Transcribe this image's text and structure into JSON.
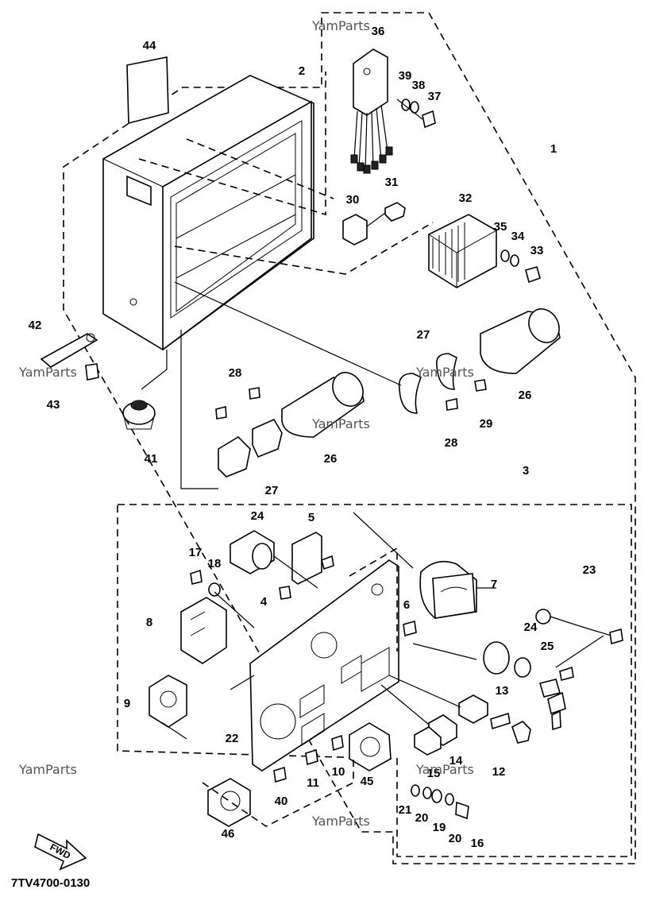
{
  "callouts": [
    {
      "id": "c44",
      "label": "44"
    },
    {
      "id": "c2",
      "label": "2"
    },
    {
      "id": "c36",
      "label": "36"
    },
    {
      "id": "c39",
      "label": "39"
    },
    {
      "id": "c38",
      "label": "38"
    },
    {
      "id": "c37",
      "label": "37"
    },
    {
      "id": "c1",
      "label": "1"
    },
    {
      "id": "c31",
      "label": "31"
    },
    {
      "id": "c30",
      "label": "30"
    },
    {
      "id": "c32",
      "label": "32"
    },
    {
      "id": "c35",
      "label": "35"
    },
    {
      "id": "c34",
      "label": "34"
    },
    {
      "id": "c33",
      "label": "33"
    },
    {
      "id": "c42",
      "label": "42"
    },
    {
      "id": "c43",
      "label": "43"
    },
    {
      "id": "c27a",
      "label": "27"
    },
    {
      "id": "c26a",
      "label": "26"
    },
    {
      "id": "c29",
      "label": "29"
    },
    {
      "id": "c28a",
      "label": "28"
    },
    {
      "id": "c28b",
      "label": "28"
    },
    {
      "id": "c26b",
      "label": "26"
    },
    {
      "id": "c41",
      "label": "41"
    },
    {
      "id": "c27b",
      "label": "27"
    },
    {
      "id": "c3",
      "label": "3"
    },
    {
      "id": "c24a",
      "label": "24"
    },
    {
      "id": "c5",
      "label": "5"
    },
    {
      "id": "c17",
      "label": "17"
    },
    {
      "id": "c18",
      "label": "18"
    },
    {
      "id": "c7",
      "label": "7"
    },
    {
      "id": "c23",
      "label": "23"
    },
    {
      "id": "c4",
      "label": "4"
    },
    {
      "id": "c6",
      "label": "6"
    },
    {
      "id": "c8",
      "label": "8"
    },
    {
      "id": "c24b",
      "label": "24"
    },
    {
      "id": "c25",
      "label": "25"
    },
    {
      "id": "c13",
      "label": "13"
    },
    {
      "id": "c9",
      "label": "9"
    },
    {
      "id": "c22",
      "label": "22"
    },
    {
      "id": "c14",
      "label": "14"
    },
    {
      "id": "c12",
      "label": "12"
    },
    {
      "id": "c10",
      "label": "10"
    },
    {
      "id": "c45",
      "label": "45"
    },
    {
      "id": "c15",
      "label": "15"
    },
    {
      "id": "c11",
      "label": "11"
    },
    {
      "id": "c40",
      "label": "40"
    },
    {
      "id": "c21",
      "label": "21"
    },
    {
      "id": "c20a",
      "label": "20"
    },
    {
      "id": "c19",
      "label": "19"
    },
    {
      "id": "c20b",
      "label": "20"
    },
    {
      "id": "c16",
      "label": "16"
    },
    {
      "id": "c46",
      "label": "46"
    }
  ],
  "watermarks": [
    "YamParts",
    "YamParts",
    "YamParts",
    "YamParts",
    "YamParts",
    "YamParts",
    "YamParts"
  ],
  "fwd_label": "FWD",
  "diagram_code": "7TV4700-0130"
}
